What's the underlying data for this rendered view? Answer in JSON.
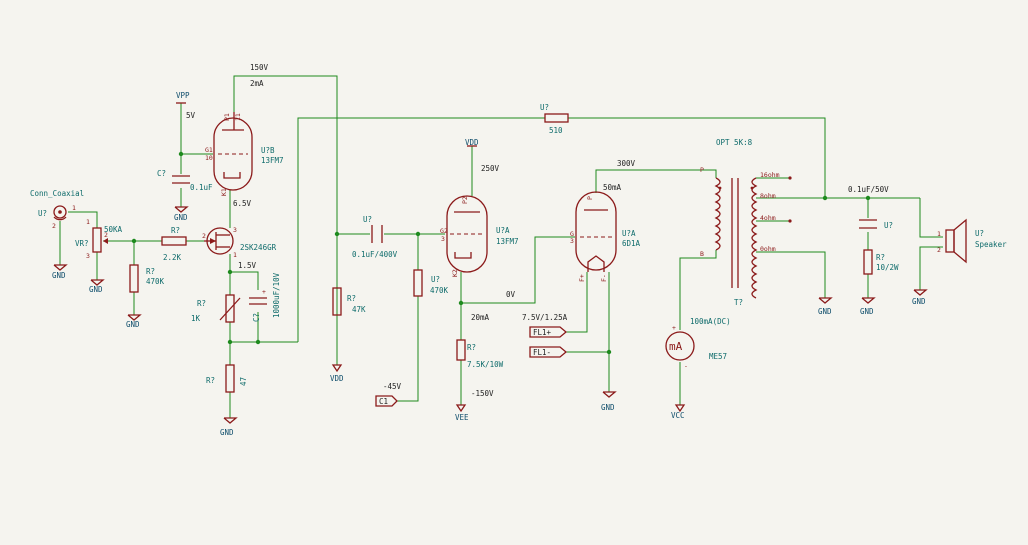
{
  "colors": {
    "wire": "#1e8a1e",
    "component": "#8b1a1a",
    "reference": "#0e6b6b",
    "background": "#f5f4ef"
  },
  "labels": {
    "v150": "150V",
    "ma2": "2mA",
    "vpp": "VPP",
    "v5": "5V",
    "u9b_ref": "U?B",
    "u9b_val": "13FM7",
    "c1_ref": "C?",
    "c1_val": "0.1uF",
    "gnd1": "GND",
    "v65": "6.5V",
    "coax_ref": "Conn_Coaxial",
    "coax_u": "U?",
    "gnd2": "GND",
    "pot_ref": "VR?",
    "pot_val": "50KA",
    "gnd3": "GND",
    "r2_ref": "R?",
    "r2_val": "2.2K",
    "r470_ref": "R?",
    "r470_val": "470K",
    "gnd4": "GND",
    "jfet": "2SK246GR",
    "v15": "1.5V",
    "cap1000": "1000uF/10V",
    "c7": "C?",
    "r1k_ref": "R?",
    "r1k_val": "1K",
    "r47_ref": "R?",
    "r47_val": "47",
    "gnd5": "GND",
    "r47k_ref": "R?",
    "r47k_val": "47K",
    "vdd_bot": "VDD",
    "cc_ref": "U?",
    "cc_val": "0.1uF/400V",
    "rg_ref": "U?",
    "rg_val": "470K",
    "vm45": "-45V",
    "c1_flag": "C1",
    "vdd_top": "VDD",
    "v250": "250V",
    "u9a_ref": "U?A",
    "u9a_val": "13FM7",
    "v0": "0V",
    "ma20": "20mA",
    "rk_ref": "R?",
    "rk_val": "7.5K/10W",
    "vm150": "-150V",
    "vee": "VEE",
    "rfb_ref": "U?",
    "rfb_val": "510",
    "v300": "300V",
    "ma50": "50mA",
    "u7a_ref": "U?A",
    "u7a_val": "6D1A",
    "heater": "7.5V/1.25A",
    "fl1p": "FL1+",
    "fl1m": "FL1-",
    "gnd6": "GND",
    "opt": "OPT 5K:8",
    "p": "P",
    "b": "B",
    "ohm16": "16ohm",
    "ohm8": "8ohm",
    "ohm4": "4ohm",
    "ohm0": "0ohm",
    "t_ref": "T?",
    "gnd7": "GND",
    "meter": "100mA(DC)",
    "meter_sym": "mA",
    "me57": "ME57",
    "vcc": "VCC",
    "cout": "0.1uF/50V",
    "cz_ref": "U?",
    "rz_ref": "R?",
    "rz_val": "10/2W",
    "gnd8": "GND",
    "spk_ref": "U?",
    "spk_val": "Speaker",
    "gnd9": "GND"
  }
}
